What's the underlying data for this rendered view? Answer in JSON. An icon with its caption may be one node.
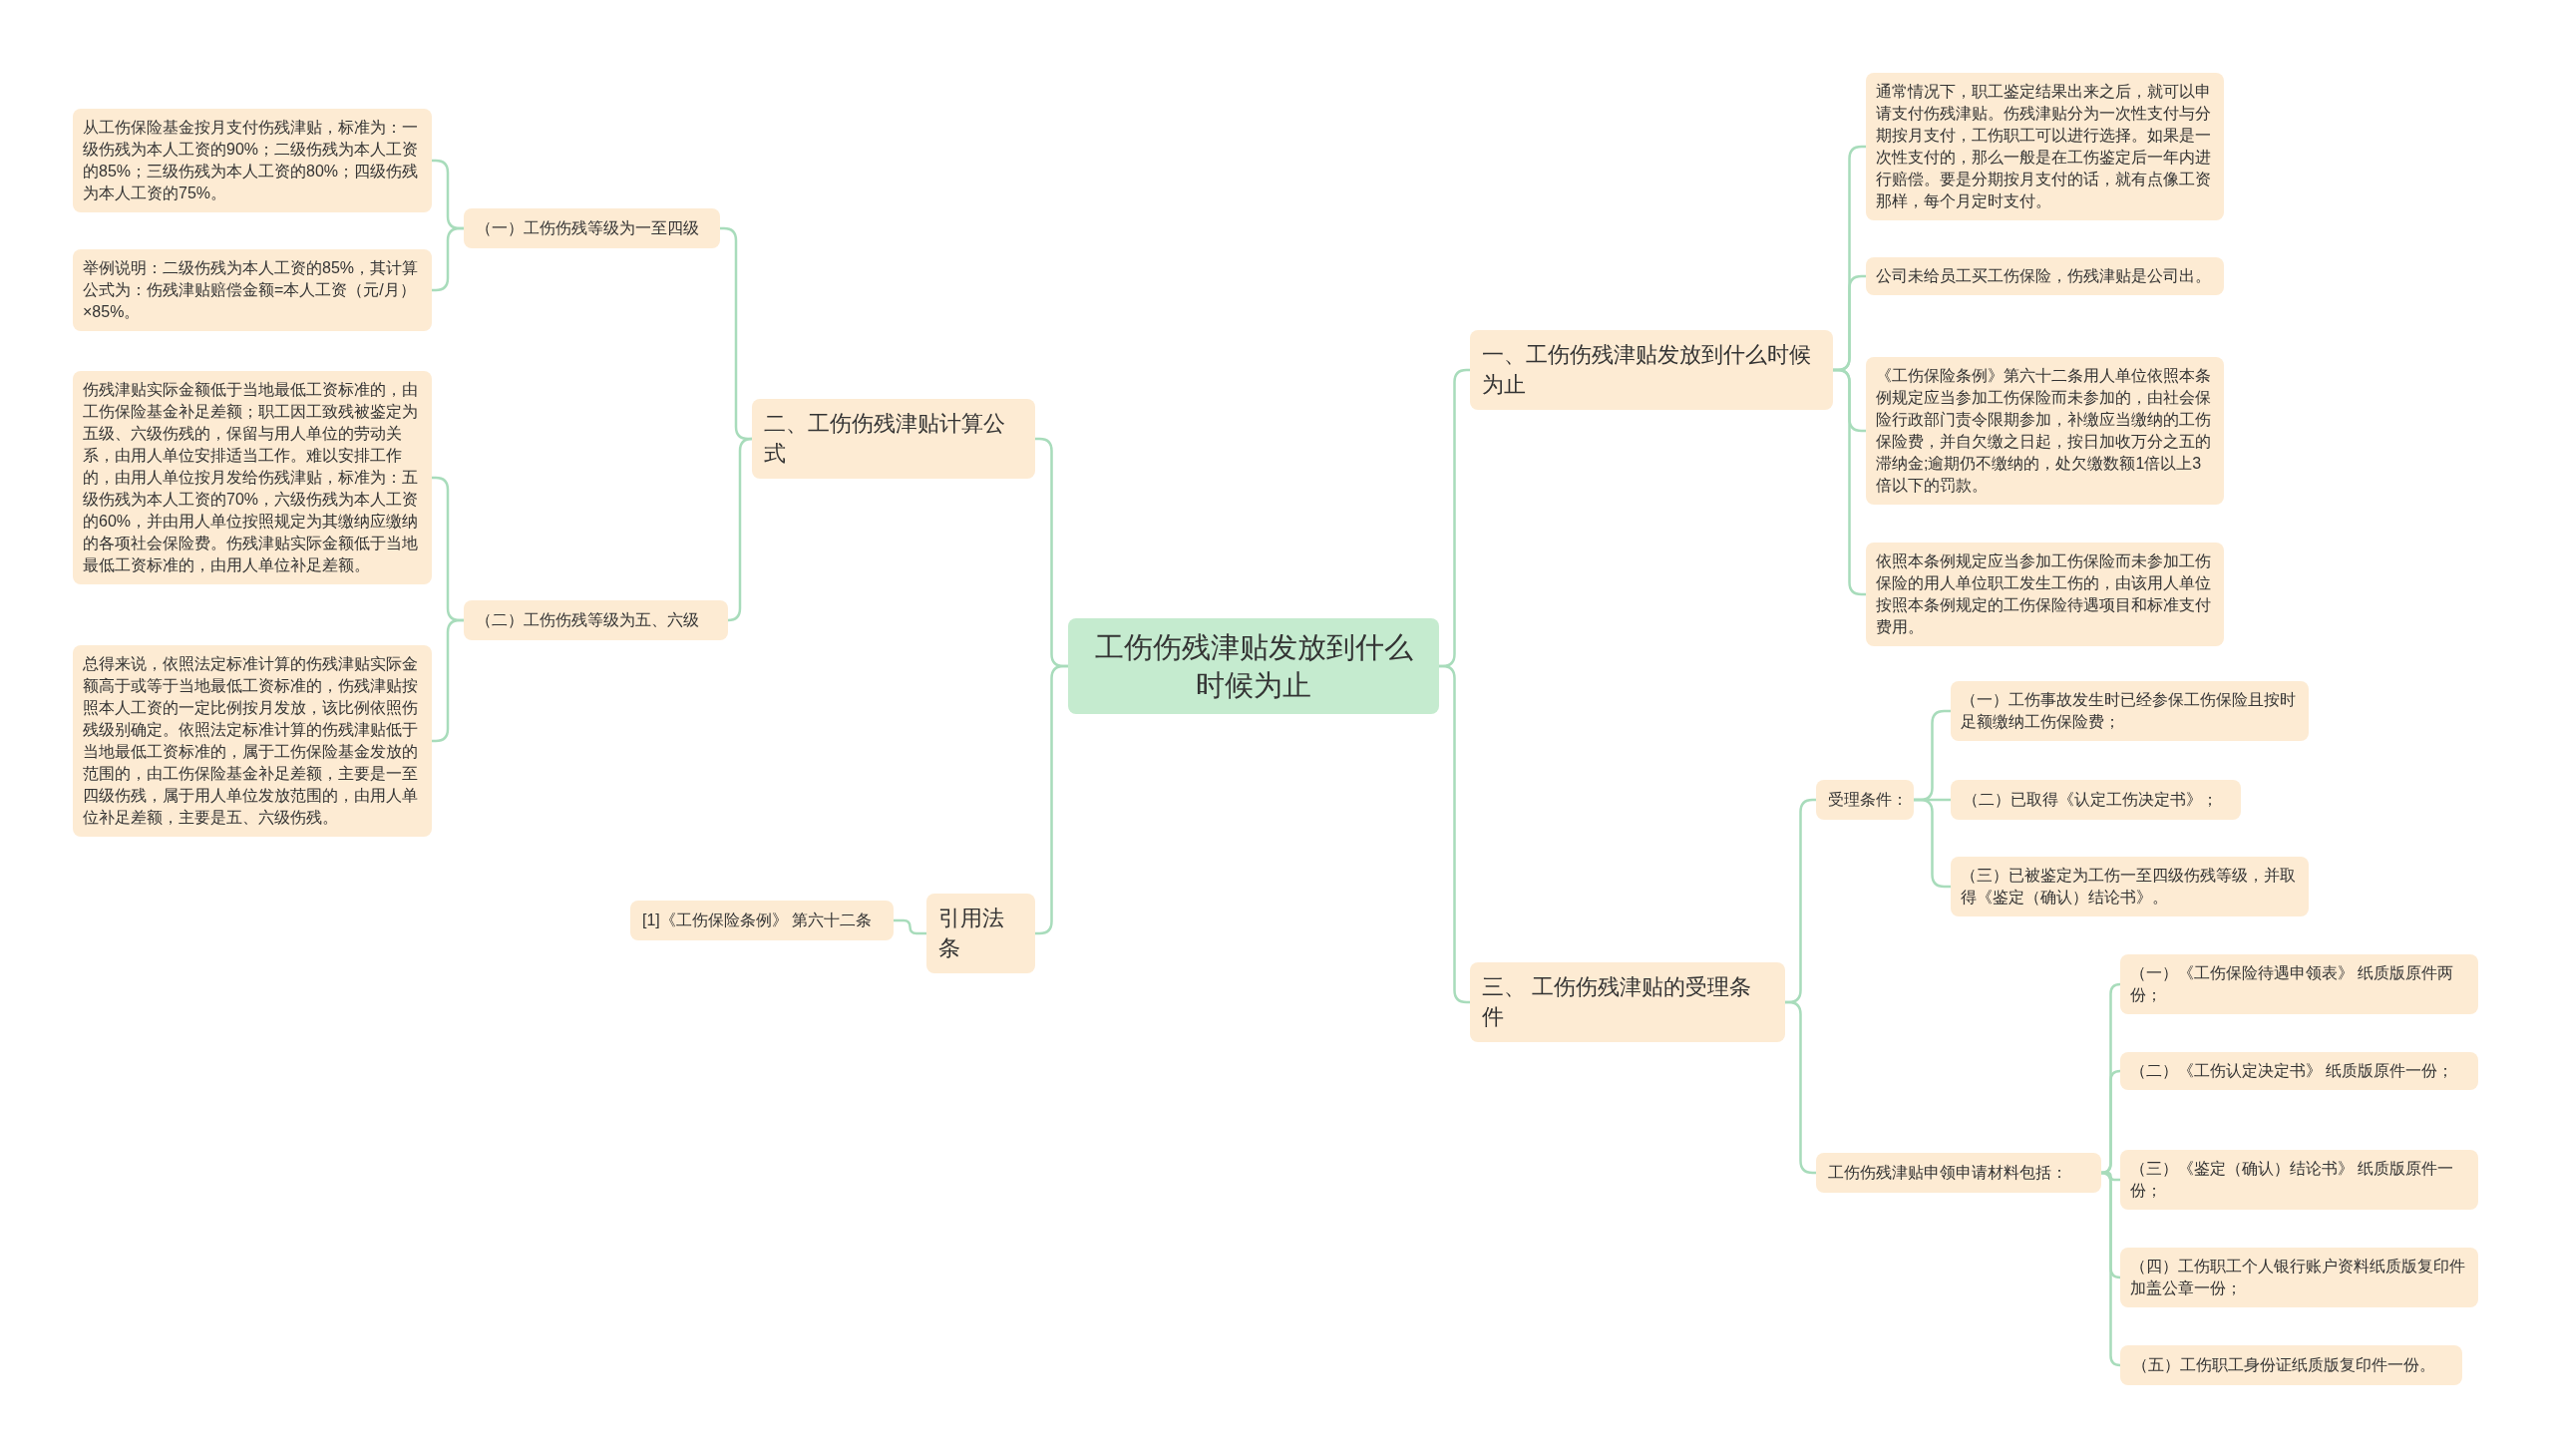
{
  "diagram": {
    "nodes": [
      {
        "text": [
          "工伤伤残津贴发放到什么时候为止"
        ]
      },
      {
        "text": [
          "二、工伤伤残津贴计算公式"
        ]
      },
      {
        "text": [
          "（一）工伤伤残等级为一至四级"
        ]
      },
      {
        "text": [
          "从工伤保险基金按月支付伤残津贴，标准为：一级伤残为本人工资的90%；二级伤残为本人工资的85%；三级伤残为本人工资的80%；四级伤残为本人工资的75%。"
        ]
      },
      {
        "text": [
          "举例说明：二级伤残为本人工资的85%，其计算公式为：伤残津贴赔偿金额=本人工资（元/月）×85%。"
        ]
      },
      {
        "text": [
          "（二）工伤伤残等级为五、六级"
        ]
      },
      {
        "text": [
          "伤残津贴实际金额低于当地最低工资标准的，由工伤保险基金补足差额；职工因工致残被鉴定为五级、六级伤残的，保留与用人单位的劳动关系，由用人单位安排适当工作。难以安排工作的，由用人单位按月发给伤残津贴，标准为：五级伤残为本人工资的70%，六级伤残为本人工资的60%，并由用人单位按照规定为其缴纳应缴纳的各项社会保险费。伤残津贴实际金额低于当地最低工资标准的，由用人单位补足差额。"
        ]
      },
      {
        "text": [
          "总得来说，依照法定标准计算的伤残津贴实际金额高于或等于当地最低工资标准的，伤残津贴按照本人工资的一定比例按月发放，该比例依照伤残级别确定。依照法定标准计算的伤残津贴低于当地最低工资标准的，属于工伤保险基金发放的范围的，由工伤保险基金补足差额，主要是一至四级伤残，属于用人单位发放范围的，由用人单位补足差额，主要是五、六级伤残。"
        ]
      },
      {
        "text": [
          "引用法条"
        ]
      },
      {
        "text": [
          "[1]《工伤保险条例》 第六十二条"
        ]
      },
      {
        "text": [
          "一、工伤伤残津贴发放到什么时候为止"
        ]
      },
      {
        "text": [
          "通常情况下，职工鉴定结果出来之后，就可以申请支付伤残津贴。伤残津贴分为一次性支付与分期按月支付，工伤职工可以进行选择。如果是一次性支付的，那么一般是在工伤鉴定后一年内进行赔偿。要是分期按月支付的话，就有点像工资那样，每个月定时支付。"
        ]
      },
      {
        "text": [
          "公司未给员工买工伤保险，伤残津贴是公司出。"
        ]
      },
      {
        "text": [
          "《工伤保险条例》第六十二条用人单位依照本条例规定应当参加工伤保险而未参加的，由社会保险行政部门责令限期参加，补缴应当缴纳的工伤保险费，并自欠缴之日起，按日加收万分之五的滞纳金;逾期仍不缴纳的，处欠缴数额1倍以上3倍以下的罚款。"
        ]
      },
      {
        "text": [
          "依照本条例规定应当参加工伤保险而未参加工伤保险的用人单位职工发生工伤的，由该用人单位按照本条例规定的工伤保险待遇项目和标准支付费用。"
        ]
      },
      {
        "text": [
          "三、 工伤伤残津贴的受理条件"
        ]
      },
      {
        "text": [
          "受理条件："
        ]
      },
      {
        "text": [
          "（一）工伤事故发生时已经参保工伤保险且按时足额缴纳工伤保险费；"
        ]
      },
      {
        "text": [
          "（二）已取得《认定工伤决定书》；"
        ]
      },
      {
        "text": [
          "（三）已被鉴定为工伤一至四级伤残等级，并取得《鉴定（确认）结论书》。"
        ]
      },
      {
        "text": [
          "工伤伤残津贴申领申请材料包括："
        ]
      },
      {
        "text": [
          "（一）《工伤保险待遇申领表》 纸质版原件两份；"
        ]
      },
      {
        "text": [
          "（二）《工伤认定决定书》 纸质版原件一份；"
        ]
      },
      {
        "text": [
          "（三）《鉴定（确认）结论书》 纸质版原件一份；"
        ]
      },
      {
        "text": [
          "（四）工伤职工个人银行账户资料纸质版复印件加盖公章一份；"
        ]
      },
      {
        "text": [
          "（五）工伤职工身份证纸质版复印件一份。"
        ]
      }
    ],
    "edges": [
      {
        "from": 0,
        "to": 1,
        "arrow": "none"
      },
      {
        "from": 1,
        "to": 2,
        "arrow": "none"
      },
      {
        "from": 2,
        "to": 3,
        "arrow": "none"
      },
      {
        "from": 2,
        "to": 4,
        "arrow": "none"
      },
      {
        "from": 1,
        "to": 5,
        "arrow": "none"
      },
      {
        "from": 5,
        "to": 6,
        "arrow": "none"
      },
      {
        "from": 5,
        "to": 7,
        "arrow": "none"
      },
      {
        "from": 0,
        "to": 8,
        "arrow": "none"
      },
      {
        "from": 8,
        "to": 9,
        "arrow": "none"
      },
      {
        "from": 0,
        "to": 10,
        "arrow": "none"
      },
      {
        "from": 10,
        "to": 11,
        "arrow": "none"
      },
      {
        "from": 10,
        "to": 12,
        "arrow": "none"
      },
      {
        "from": 10,
        "to": 13,
        "arrow": "none"
      },
      {
        "from": 10,
        "to": 14,
        "arrow": "none"
      },
      {
        "from": 0,
        "to": 15,
        "arrow": "none"
      },
      {
        "from": 15,
        "to": 16,
        "arrow": "none"
      },
      {
        "from": 16,
        "to": 17,
        "arrow": "none"
      },
      {
        "from": 16,
        "to": 18,
        "arrow": "none"
      },
      {
        "from": 16,
        "to": 19,
        "arrow": "none"
      },
      {
        "from": 15,
        "to": 20,
        "arrow": "none"
      },
      {
        "from": 20,
        "to": 21,
        "arrow": "none"
      },
      {
        "from": 20,
        "to": 22,
        "arrow": "none"
      },
      {
        "from": 20,
        "to": 23,
        "arrow": "none"
      },
      {
        "from": 20,
        "to": 24,
        "arrow": "none"
      },
      {
        "from": 20,
        "to": 25,
        "arrow": "none"
      }
    ]
  }
}
